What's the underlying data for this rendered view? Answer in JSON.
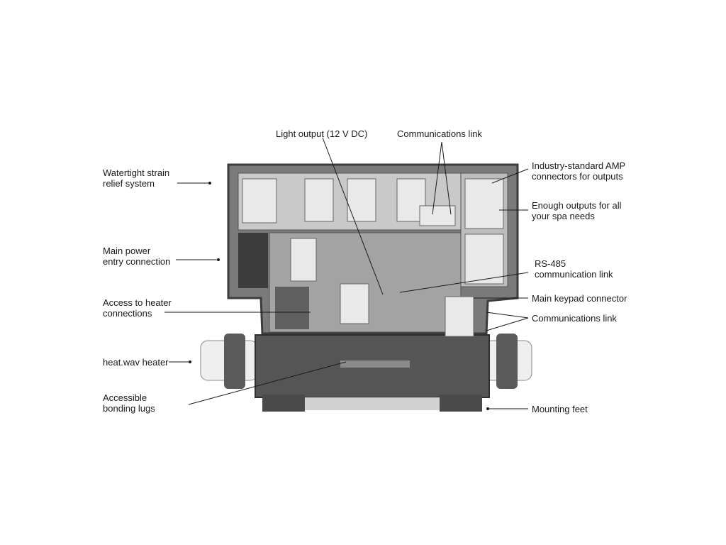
{
  "diagram": {
    "labels": {
      "light_output": [
        "Light output (12 V DC)"
      ],
      "comm_link_top": [
        "Communications link"
      ],
      "watertight": [
        "Watertight strain",
        "relief system"
      ],
      "main_power": [
        "Main power",
        "entry connection"
      ],
      "heater_access": [
        "Access to heater",
        "connections"
      ],
      "heater": [
        "heat.wav heater"
      ],
      "bonding_lugs": [
        "Accessible",
        "bonding lugs"
      ],
      "amp_connectors": [
        "Industry-standard AMP",
        "connectors for outputs"
      ],
      "enough_outputs": [
        "Enough outputs for all",
        "your spa needs"
      ],
      "rs485": [
        "RS-485",
        "communication link"
      ],
      "keypad": [
        "Main keypad connector"
      ],
      "comm_link_right": [
        "Communications link"
      ],
      "mounting_feet": [
        "Mounting feet"
      ]
    },
    "colors": {
      "line": "#1a1a1a",
      "housing": "#6f6f6f",
      "housing_dark": "#3c3c3c",
      "board": "#9a9a9a",
      "pipe": "#e6e6e6"
    }
  }
}
